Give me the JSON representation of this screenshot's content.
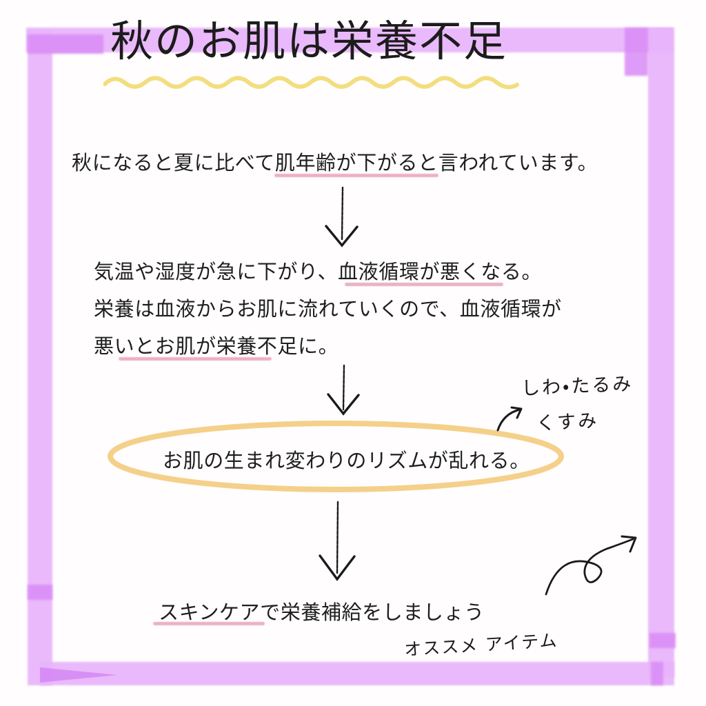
{
  "page": {
    "background": "#fffdfd",
    "title": "秋のお肌は栄養不足",
    "title_underline_color": "#f2de7e",
    "frame_color": "#e8b4fb",
    "frame_overlap_color": "#d98bf6",
    "accent_pink": "#e79ab8",
    "accent_yellow": "#f5d08a",
    "text_color": "#1e1e1e"
  },
  "flow": {
    "step1": {
      "lines": [
        "秋になると夏に比べて肌年齢が下がると言われています。"
      ],
      "highlight": "肌年齢が下がる"
    },
    "step2": {
      "lines": [
        "気温や湿度が急に下がり、血液循環が悪くなる。",
        "栄養は血液からお肌に流れていくので、血液循環が",
        "悪いとお肌が栄養不足に。"
      ],
      "highlights": [
        "血液循環が悪くなる",
        "いとお肌が栄養不足"
      ]
    },
    "step3": {
      "lines": [
        "お肌の生まれ変わりのリズムが乱れる。"
      ],
      "shape": "oval",
      "shape_color": "#f5d08a"
    },
    "step4": {
      "lines": [
        "スキンケアで栄養補給をしましょう"
      ],
      "highlight": "スキンケア"
    },
    "arrow_count": 3
  },
  "annotations": {
    "handwritten": [
      {
        "id": "wrinkles-sagging",
        "text": "しわ・たるみ"
      },
      {
        "id": "dullness",
        "text": "くすみ"
      },
      {
        "id": "recommended-items",
        "text": "オススメ アイテム"
      }
    ],
    "arrows": [
      {
        "id": "small-curve-arrow",
        "direction": "up-right"
      },
      {
        "id": "curly-arrow",
        "direction": "up-right"
      }
    ]
  }
}
